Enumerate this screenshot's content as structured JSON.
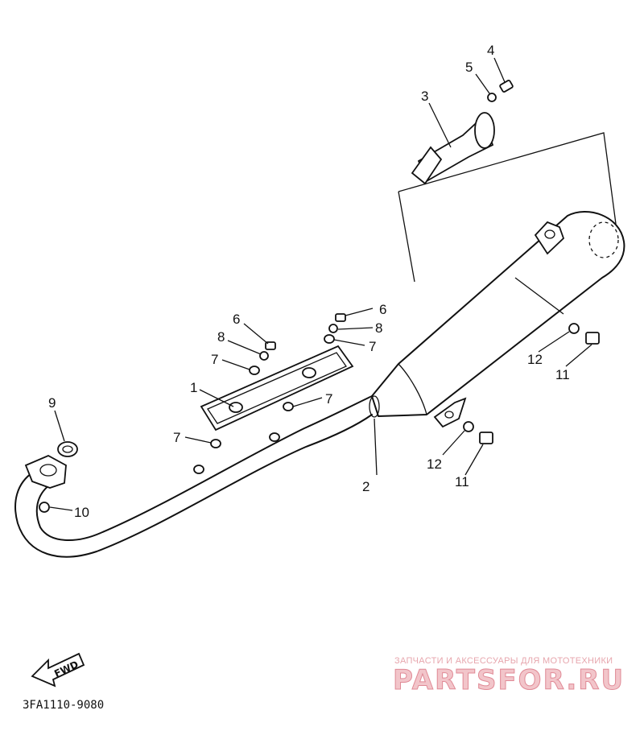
{
  "diagram": {
    "callouts": [
      {
        "id": "c1",
        "label": "1"
      },
      {
        "id": "c2",
        "label": "2"
      },
      {
        "id": "c3",
        "label": "3"
      },
      {
        "id": "c4",
        "label": "4"
      },
      {
        "id": "c5",
        "label": "5"
      },
      {
        "id": "c6a",
        "label": "6"
      },
      {
        "id": "c6b",
        "label": "6"
      },
      {
        "id": "c7a",
        "label": "7"
      },
      {
        "id": "c7b",
        "label": "7"
      },
      {
        "id": "c7c",
        "label": "7"
      },
      {
        "id": "c7d",
        "label": "7"
      },
      {
        "id": "c8a",
        "label": "8"
      },
      {
        "id": "c8b",
        "label": "8"
      },
      {
        "id": "c9",
        "label": "9"
      },
      {
        "id": "c10",
        "label": "10"
      },
      {
        "id": "c11a",
        "label": "11"
      },
      {
        "id": "c11b",
        "label": "11"
      },
      {
        "id": "c12a",
        "label": "12"
      },
      {
        "id": "c12b",
        "label": "12"
      }
    ],
    "fwd_label": "FWD",
    "diagram_code": "3FA1110-9080"
  },
  "watermark": {
    "tagline": "ЗАПЧАСТИ И АКСЕССУАРЫ ДЛЯ МОТОТЕХНИКИ",
    "brand": "PARTSFOR.RU",
    "colors": {
      "text": "#e7a6ad",
      "brand_fill": "#f2c5ca",
      "brand_stroke": "#e08a96"
    }
  }
}
